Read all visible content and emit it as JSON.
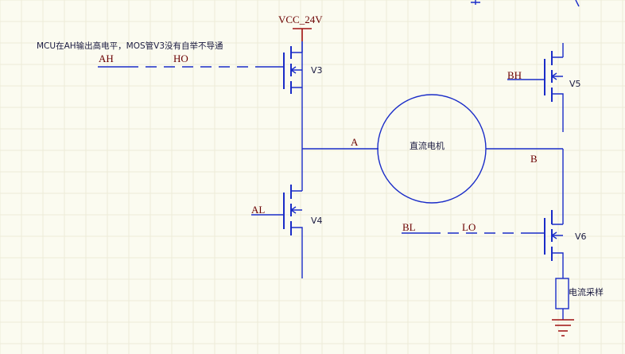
{
  "note": "MCU在AH输出高电平，MOS管V3没有自举不导通",
  "power": {
    "label": "VCC_24V"
  },
  "nets": {
    "ah": "AH",
    "ho": "HO",
    "al": "AL",
    "bh": "BH",
    "bl": "BL",
    "lo": "LO",
    "a": "A",
    "b": "B"
  },
  "mosfets": {
    "v3": "V3",
    "v4": "V4",
    "v5": "V5",
    "v6": "V6"
  },
  "motor": {
    "label": "直流电机"
  },
  "resistor": {
    "label": "电流采样"
  },
  "colors": {
    "wire": "#1a2cc8",
    "net_label": "#6b0000",
    "power": "#a01010",
    "background": "#fbfbf0"
  }
}
